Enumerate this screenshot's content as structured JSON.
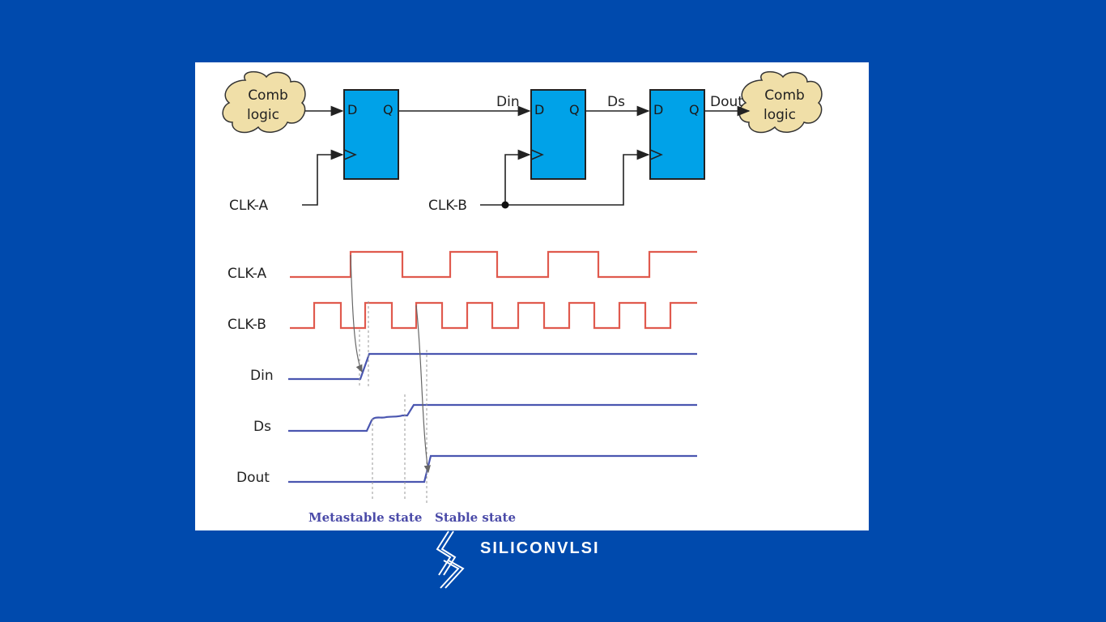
{
  "circuit": {
    "cloud_left": [
      "Comb",
      "logic"
    ],
    "cloud_right": [
      "Comb",
      "logic"
    ],
    "pin_d": "D",
    "pin_q": "Q",
    "din_label": "Din",
    "ds_label": "Ds",
    "dout_label": "Dout",
    "clk_a_label": "CLK-A",
    "clk_b_label": "CLK-B"
  },
  "waveforms": {
    "signals": [
      "CLK-A",
      "CLK-B",
      "Din",
      "Ds",
      "Dout"
    ],
    "clock_color": "#e05a4e",
    "data_color": "#4a56b0",
    "annotation_color": "#4a4aa8"
  },
  "annotations": {
    "metastable": "Metastable state",
    "stable": "Stable state"
  },
  "brand": {
    "name": "SILICONVLSI",
    "background": "#004aad"
  }
}
